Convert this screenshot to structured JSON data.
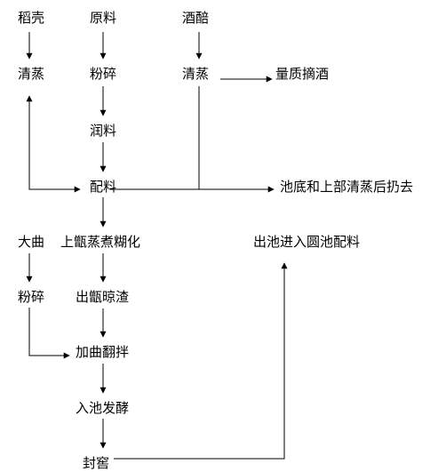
{
  "nodes": {
    "rice_husk": "稻壳",
    "raw_material": "原料",
    "fermented_grains": "酒醅",
    "steam_husk": "清蒸",
    "crush_raw": "粉碎",
    "steam_grains": "清蒸",
    "liquor_picking": "量质摘酒",
    "moisten": "润料",
    "mix": "配料",
    "pit_bottom_discard": "池底和上部清蒸后扔去",
    "daqu": "大曲",
    "steam_gelatinize": "上甑蒸煮糊化",
    "pit_to_round": "出池进入圆池配料",
    "crush_daqu": "粉碎",
    "unload_cool": "出甑晾渣",
    "add_qu_mix": "加曲翻拌",
    "pit_ferment": "入池发酵",
    "seal_cellar": "封窖"
  }
}
